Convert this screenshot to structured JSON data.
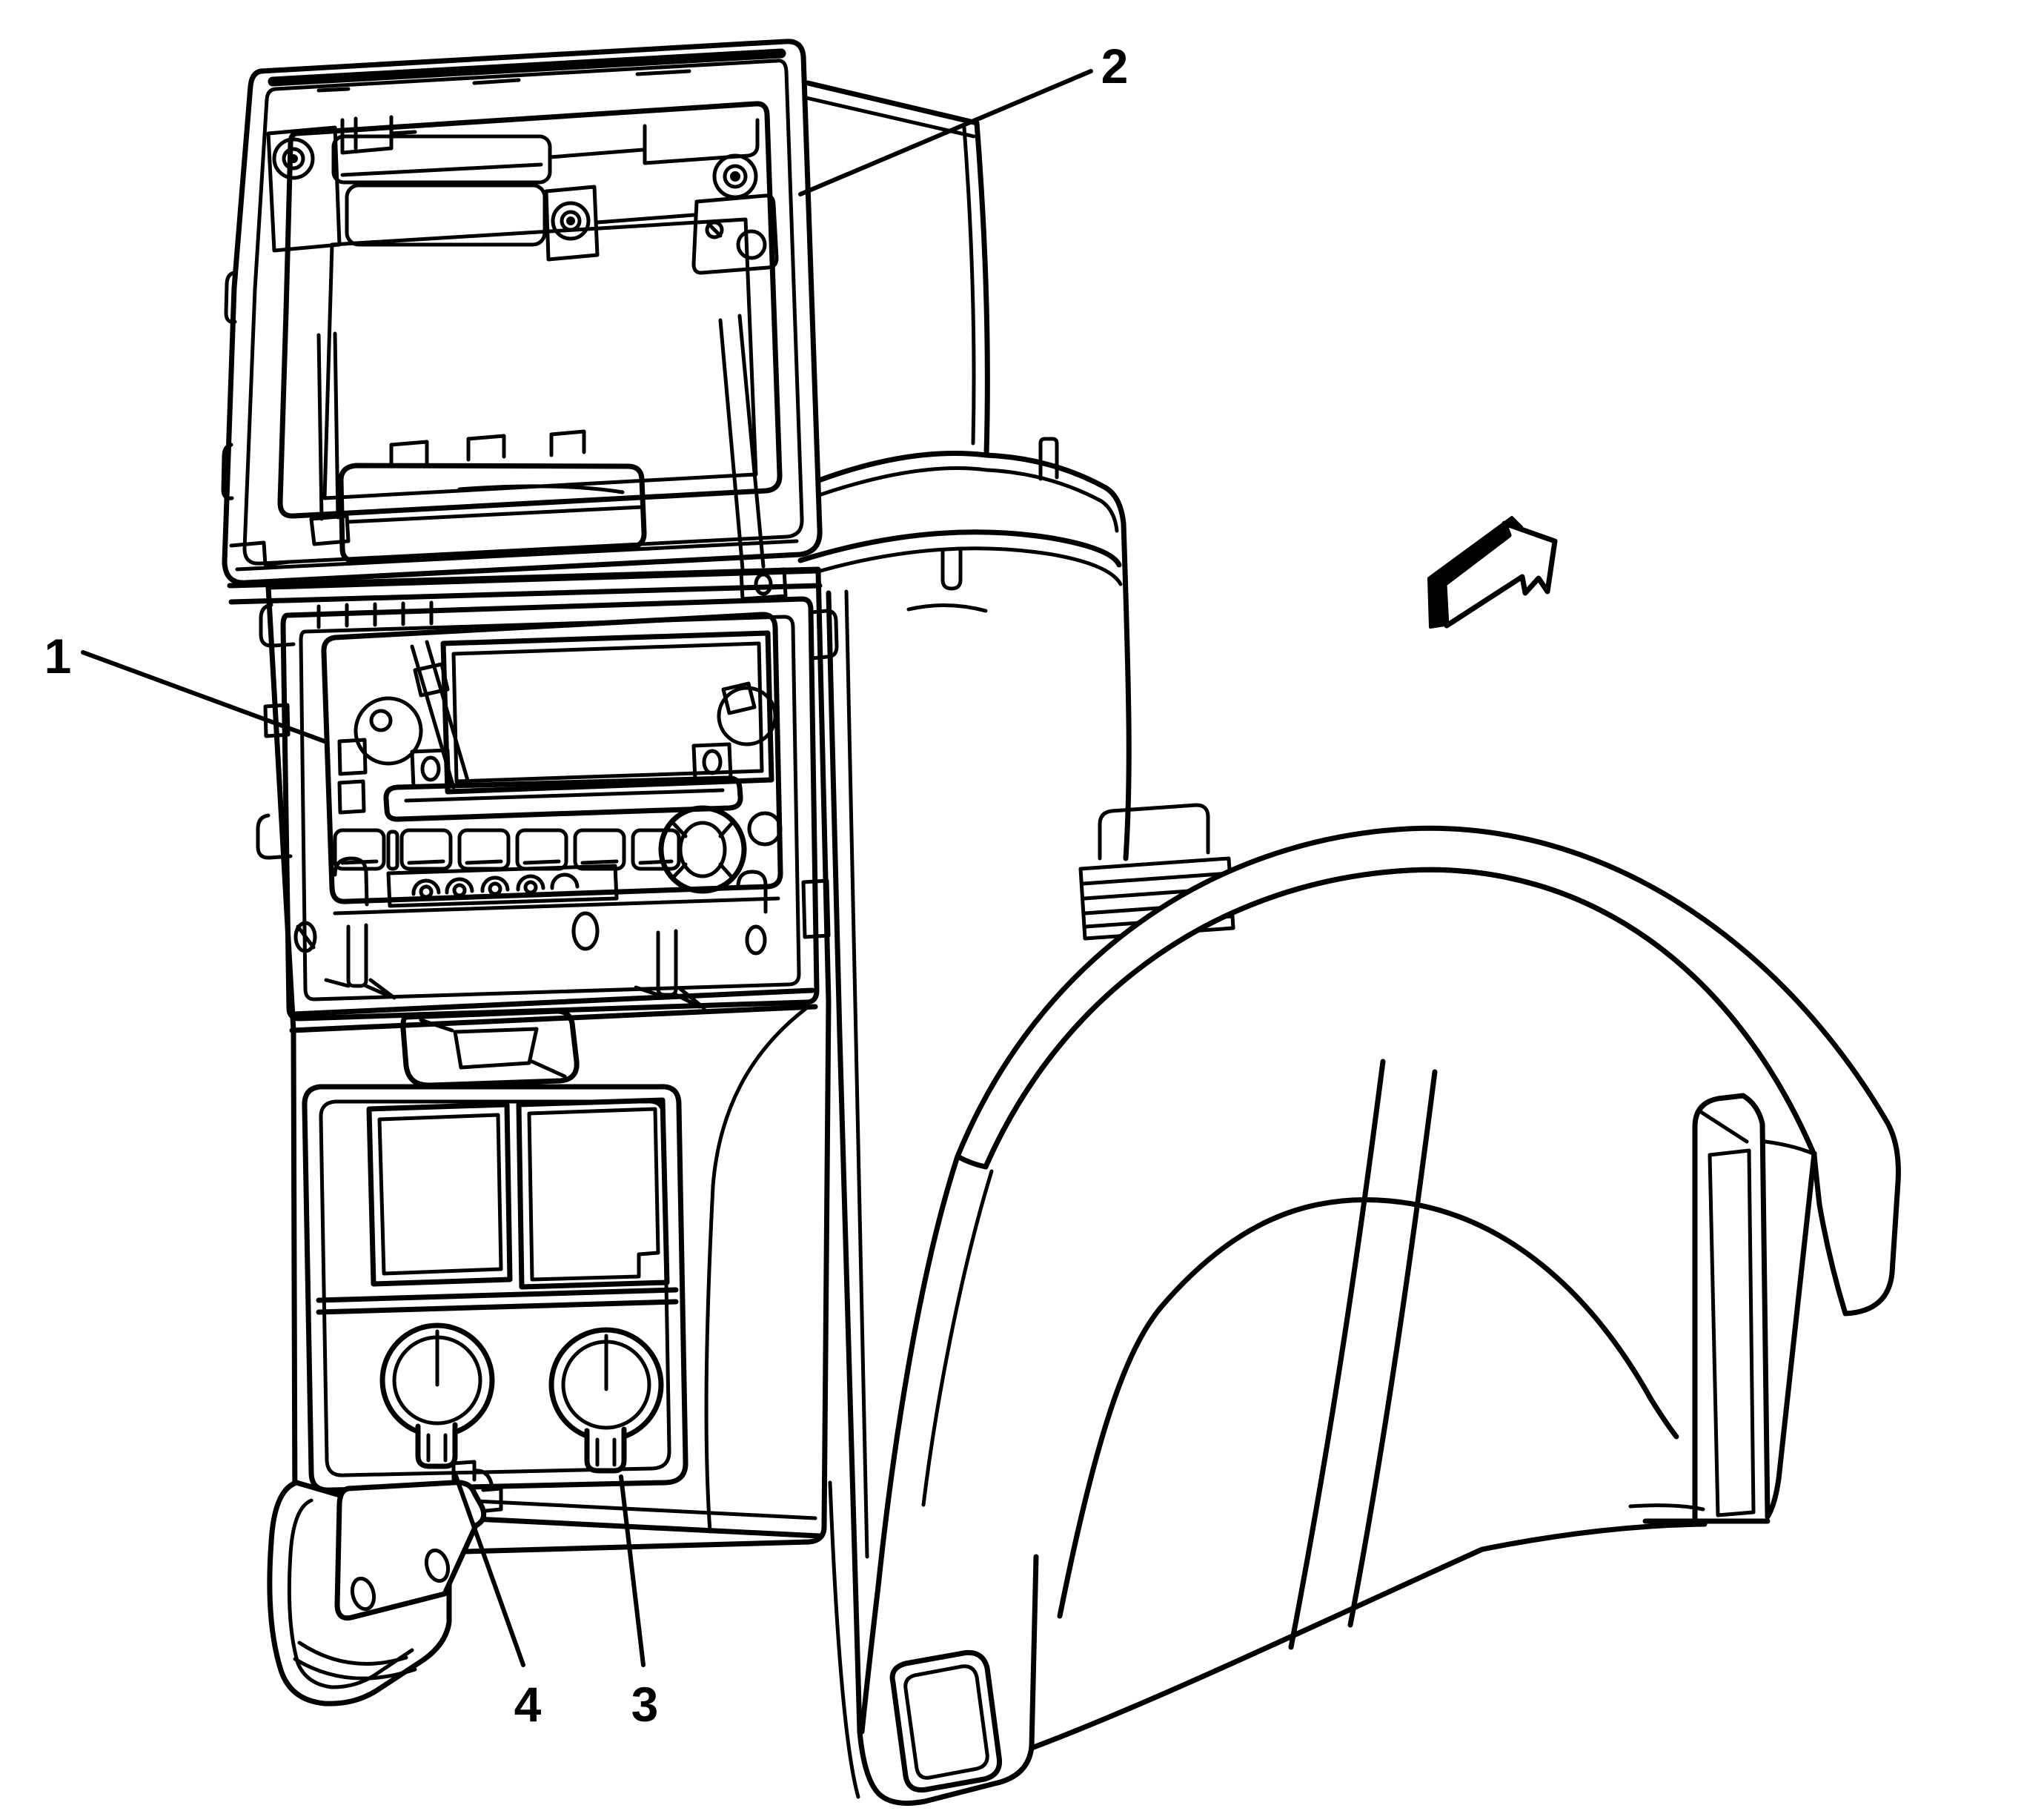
{
  "page": {
    "background_color": "#ffffff",
    "ink_color": "#000000"
  },
  "figure": {
    "kind": "service-manual-line-illustration",
    "subject": "rear-console-with-open-storage-door-radio-and-knobs",
    "callouts": [
      {
        "label": "1"
      },
      {
        "label": "2"
      },
      {
        "label": "3"
      },
      {
        "label": "4"
      }
    ],
    "icons": {
      "direction_arrow": "direction-arrow"
    }
  }
}
